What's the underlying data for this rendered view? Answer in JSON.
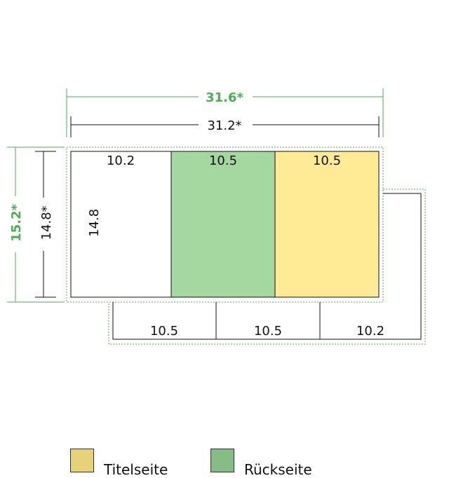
{
  "dimensions": {
    "outer_width": "31.6*",
    "inner_width": "31.2*",
    "outer_height": "15.2*",
    "inner_height": "14.8*"
  },
  "top_panels": [
    {
      "label": "10.2",
      "role": "plain"
    },
    {
      "label": "10.5",
      "role": "back"
    },
    {
      "label": "10.5",
      "role": "title"
    }
  ],
  "spine_label": "14.8",
  "bottom_panels": [
    {
      "label": "10.5"
    },
    {
      "label": "10.5"
    },
    {
      "label": "10.2"
    }
  ],
  "colors": {
    "back": "#a5d8a1",
    "title": "#ffea96",
    "green_dim": "#4caf50",
    "legend_title": "#e6d27a",
    "legend_back": "#86bc85"
  },
  "legend": [
    {
      "label": "Titelseite",
      "color_key": "legend_title"
    },
    {
      "label": "Rückseite",
      "color_key": "legend_back"
    }
  ]
}
